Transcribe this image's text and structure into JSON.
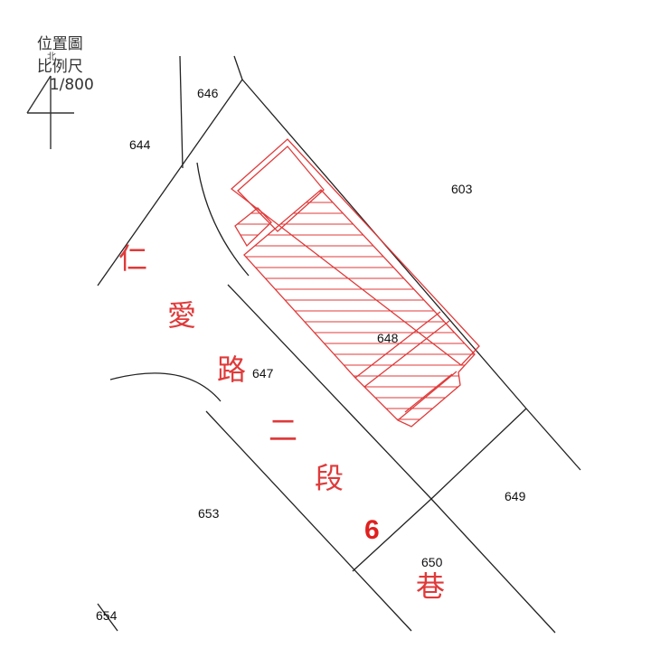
{
  "header": {
    "title": "位置圖",
    "scale_label": "比例尺",
    "scale_value": "1/800"
  },
  "north": {
    "label": "北",
    "icon": "north-arrow-icon"
  },
  "parcels": {
    "p644": "644",
    "p646": "646",
    "p603": "603",
    "p648": "648",
    "p647": "647",
    "p649": "649",
    "p653": "653",
    "p650": "650",
    "p654": "654"
  },
  "road": {
    "chars": [
      "仁",
      "愛",
      "路",
      "二",
      "段"
    ],
    "lane_number": "6",
    "lane_char": "巷"
  },
  "colors": {
    "boundary_line": "#222222",
    "building_outline": "#e03a3a",
    "road_label": "#e03a3a"
  }
}
